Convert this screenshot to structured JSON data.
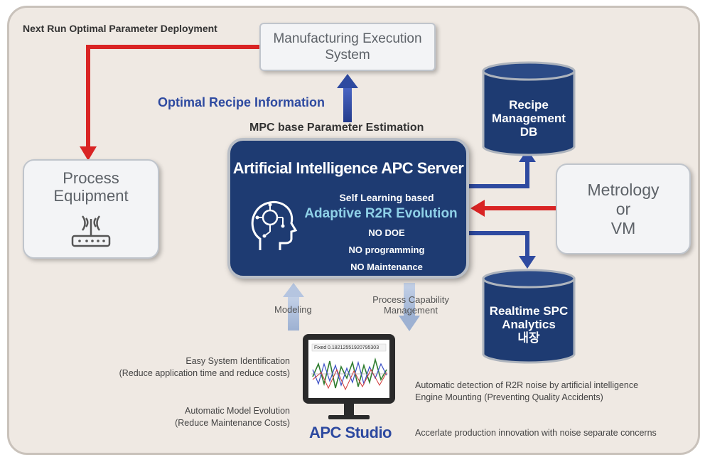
{
  "labels": {
    "next_run": "Next Run Optimal Parameter Deployment",
    "optimal_recipe": "Optimal Recipe Information",
    "mpc": "MPC base Parameter Estimation",
    "modeling": "Modeling",
    "process_capability": "Process Capability Management",
    "apc_studio": "APC Studio"
  },
  "mes": {
    "line1": "Manufacturing Execution",
    "line2": "System"
  },
  "process_equipment": {
    "line1": "Process",
    "line2": "Equipment"
  },
  "metrology": {
    "line1": "Metrology",
    "line2": "or",
    "line3": "VM"
  },
  "server": {
    "title": "Artificial Intelligence APC Server",
    "subtitle": "Self Learning based",
    "highlight": "Adaptive R2R Evolution",
    "bullets": [
      "NO DOE",
      "NO programming",
      "NO Maintenance"
    ]
  },
  "databases": {
    "recipe": {
      "line1": "Recipe",
      "line2": "Management",
      "line3": "DB"
    },
    "spc": {
      "line1": "Realtime SPC",
      "line2": "Analytics",
      "line3": "내장"
    }
  },
  "monitor": {
    "legend": "Fixed 0.18212551920795303"
  },
  "notes": {
    "left": [
      {
        "line1": "Easy System Identification",
        "line2": "(Reduce application time and reduce costs)"
      },
      {
        "line1": "Automatic Model Evolution",
        "line2": "(Reduce Maintenance Costs)"
      }
    ],
    "right": [
      {
        "line1": "Automatic detection of R2R noise by artificial intelligence",
        "line2": "Engine Mounting (Preventing Quality Accidents)"
      },
      {
        "line1": "Accerlate production innovation with noise separate concerns",
        "line2": ""
      }
    ]
  },
  "colors": {
    "background_panel": "#efe9e3",
    "server_fill": "#1e3b72",
    "db_fill": "#1e3b72",
    "red_arrow": "#d92424",
    "blue_arrow": "#2e4aa0",
    "highlight_text": "#8fd1e8",
    "label_blue": "#2e4aa0"
  },
  "icons": [
    "router-icon",
    "ai-head-icon",
    "monitor-icon"
  ]
}
